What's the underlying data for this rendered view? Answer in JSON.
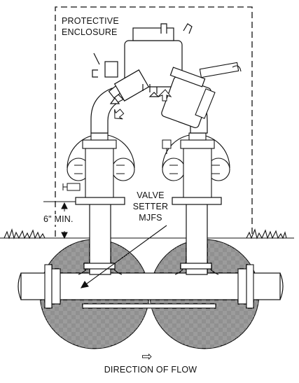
{
  "labels": {
    "enclosure_line1": "PROTECTIVE",
    "enclosure_line2": "ENCLOSURE",
    "valve_line1": "VALVE",
    "valve_line2": "SETTER",
    "valve_line3": "MJFS",
    "min_height": "6\" MIN.",
    "flow": "DIRECTION OF FLOW",
    "flow_arrow": "⇨"
  },
  "colors": {
    "line": "#111111",
    "background": "#ffffff",
    "hatch": "#222222"
  }
}
